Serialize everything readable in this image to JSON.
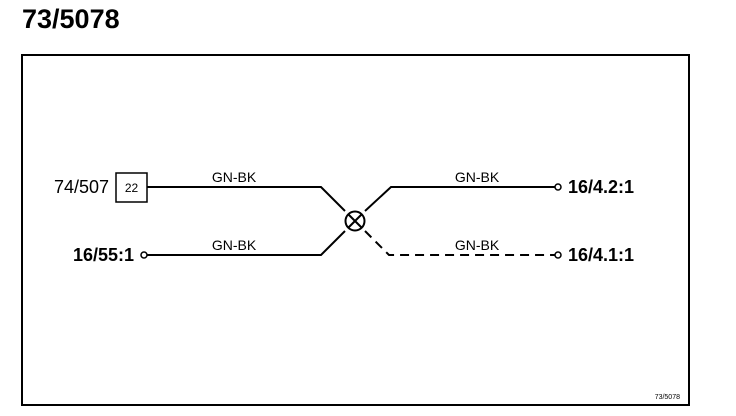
{
  "title": "73/5078",
  "connector": {
    "name": "74/507",
    "pin": "22"
  },
  "terminals": {
    "left_bottom": "16/55:1",
    "right_top": "16/4.2:1",
    "right_bottom": "16/4.1:1"
  },
  "wires": {
    "left_top": "GN-BK",
    "left_bottom": "GN-BK",
    "right_top": "GN-BK",
    "right_bottom": "GN-BK"
  },
  "footer_ref": "73/5078",
  "colors": {
    "line": "#000000",
    "background": "#ffffff"
  }
}
